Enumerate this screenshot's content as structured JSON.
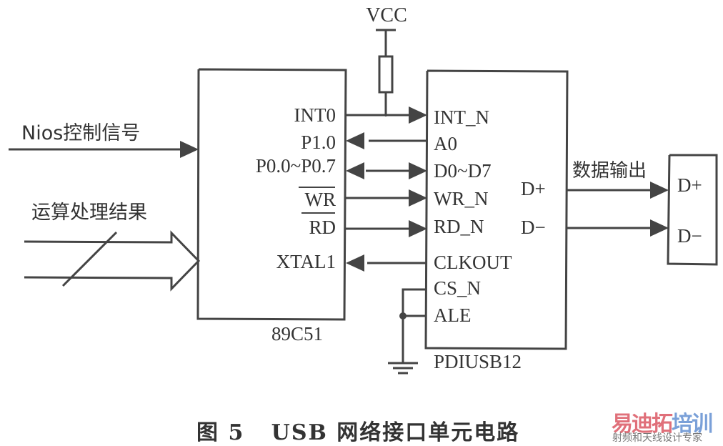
{
  "power": {
    "label": "VCC"
  },
  "inputs": {
    "control_signal": "Nios控制信号",
    "computation_result": "运算处理结果"
  },
  "mcu": {
    "name": "89C51",
    "pins": [
      "INT0",
      "P1.0",
      "P0.0~P0.7",
      "WR",
      "RD",
      "XTAL1"
    ]
  },
  "usb_chip": {
    "name": "PDIUSB12",
    "left_pins": [
      "INT_N",
      "A0",
      "D0~D7",
      "WR_N",
      "RD_N",
      "CLKOUT",
      "CS_N",
      "ALE"
    ],
    "right_pins": [
      "D+",
      "D−"
    ]
  },
  "output": {
    "label": "数据输出",
    "connector_pins": [
      "D+",
      "D−"
    ]
  },
  "caption": {
    "figure": "图 5",
    "title": "USB 网络接口单元电路"
  },
  "watermark": {
    "brand_red": "易迪拓",
    "brand_blue": "培训",
    "tagline": "射频和天线设计专家",
    "colors": {
      "red": "#e0707a",
      "blue": "#7aa0d8"
    }
  }
}
